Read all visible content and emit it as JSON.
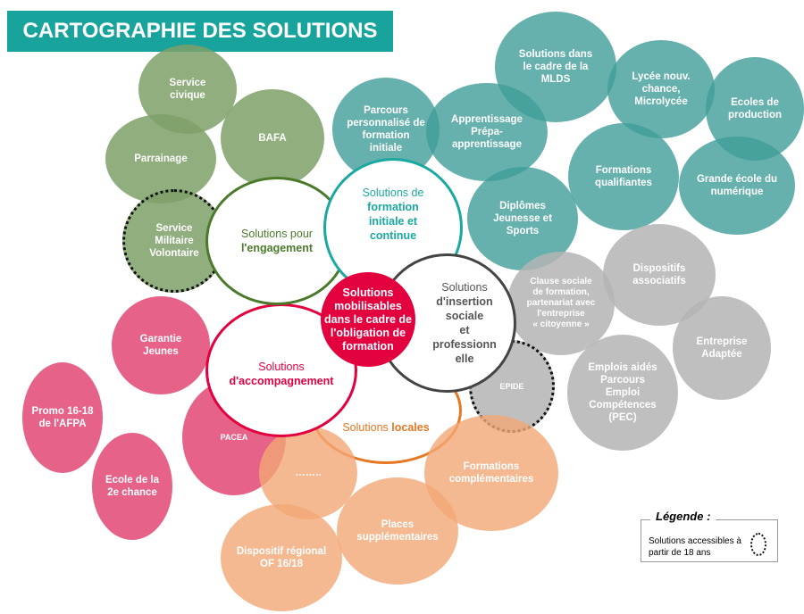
{
  "title": "CARTOGRAPHIE DES SOLUTIONS",
  "engagement": {
    "ring_normal": "Solutions pour",
    "ring_bold": "l'engagement",
    "items": [
      "Service\ncivique",
      "BAFA",
      "Parrainage",
      "Service\nMilitaire\nVolontaire"
    ]
  },
  "formation": {
    "ring_normal": "Solutions de",
    "ring_bold": "formation\ninitiale et\ncontinue",
    "items": [
      "Parcours\npersonnalisé de\nformation\ninitiale",
      "Apprentissage\nPrépa-\napprentissage",
      "Solutions dans\nle cadre de la\nMLDS",
      "Lycée nouv.\nchance,\nMicrolycée",
      "Ecoles de\nproduction",
      "Formations\nqualifiantes",
      "Grande école du\nnumérique",
      "Diplômes\nJeunesse et\nSports"
    ]
  },
  "insertion": {
    "ring_normal": "Solutions",
    "ring_bold": "d'insertion\nsociale\net\nprofessionn\nelle",
    "items": [
      "Dispositifs\nassociatifs",
      "Clause sociale\nde formation,\npartenariat avec\nl'entreprise\n« citoyenne »",
      "Entreprise\nAdaptée",
      "Emplois aidés\nParcours\nEmploi\nCompétences\n(PEC)",
      "EPIDE"
    ]
  },
  "accompagnement": {
    "ring_normal": "Solutions",
    "ring_bold": "d'accompagnement",
    "items": [
      "Garantie\nJeunes",
      "Promo 16-18\nde l'AFPA",
      "PACEA",
      "Ecole de la\n2e chance"
    ]
  },
  "locales": {
    "ring_normal": "Solutions",
    "ring_bold": "locales",
    "items": [
      "……..",
      "Formations\ncomplémentaires",
      "Places\nsupplémentaires",
      "Dispositif régional\nOF 16/18"
    ]
  },
  "center": "Solutions\nmobilisables\ndans le cadre de\nl'obligation de\nformation",
  "legend": {
    "title": "Légende :",
    "text": "Solutions accessibles à\npartir de 18 ans"
  },
  "colors": {
    "engagement": "#4a7a2a",
    "formation": "#1aa9a0",
    "insertion": "#444444",
    "accompagnement": "#e2003f",
    "locales": "#e87722"
  }
}
